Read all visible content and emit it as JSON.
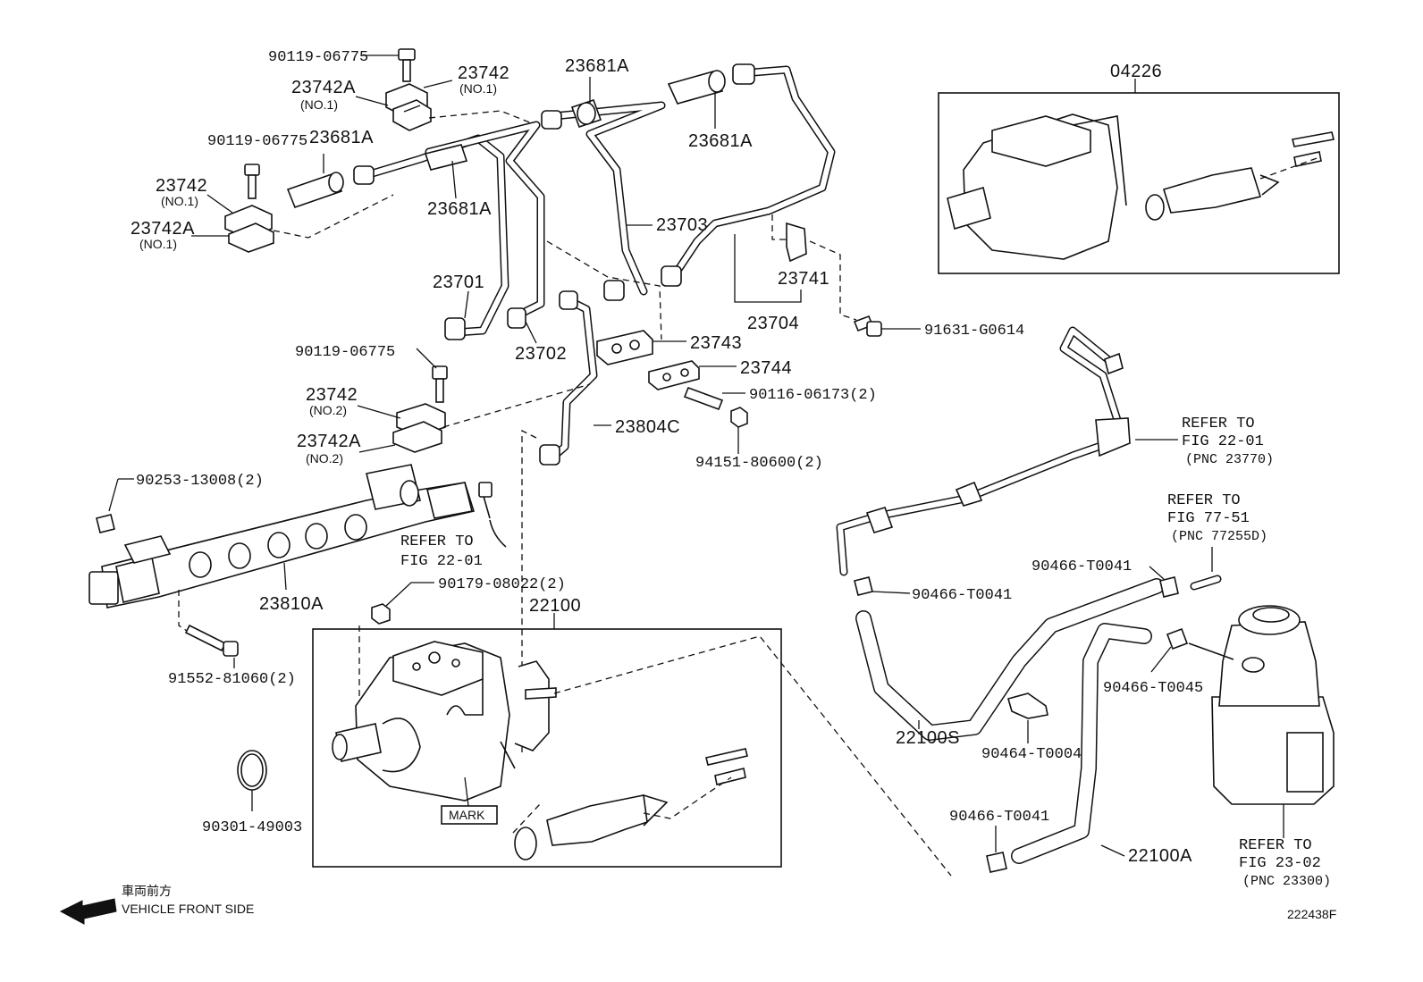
{
  "labels": {
    "p90119_top": "90119-06775",
    "p23742_top": "23742",
    "p23742_top_sub": "(NO.1)",
    "p23742A_top": "23742A",
    "p23742A_top_sub": "(NO.1)",
    "p23681A_top": "23681A",
    "p23681A_right": "23681A",
    "p90119_mid": "90119-06775",
    "p23681A_left": "23681A",
    "p23742_left": "23742",
    "p23742_left_sub": "(NO.1)",
    "p23742A_left": "23742A",
    "p23742A_left_sub": "(NO.1)",
    "p23681A_center": "23681A",
    "p23703": "23703",
    "p23701": "23701",
    "p23741": "23741",
    "p23704": "23704",
    "p91631": "91631-G0614",
    "p23702": "23702",
    "p23743": "23743",
    "p23744": "23744",
    "p90119_low": "90119-06775",
    "p90116": "90116-06173(2)",
    "p23742_no2": "23742",
    "p23742_no2_sub": "(NO.2)",
    "p23742A_no2": "23742A",
    "p23742A_no2_sub": "(NO.2)",
    "p23804C": "23804C",
    "p94151": "94151-80600(2)",
    "p90253": "90253-13008(2)",
    "p23810A": "23810A",
    "p90179": "90179-08022(2)",
    "p22100": "22100",
    "p91552": "91552-81060(2)",
    "p90301": "90301-49003",
    "p04226": "04226",
    "p90466_a": "90466-T0041",
    "p90466_b": "90466-T0041",
    "p22100S": "22100S",
    "p90464": "90464-T0004",
    "p90466_t0045": "90466-T0045",
    "p90466_c": "90466-T0041",
    "p22100A": "22100A",
    "mark": "MARK",
    "diagram_id": "222438F"
  },
  "refs": {
    "r1_line1": "REFER TO",
    "r1_line2": "FIG 22-01",
    "r2_line1": "REFER TO",
    "r2_line2": "FIG 22-01",
    "r2_line3": "(PNC 23770)",
    "r3_line1": "REFER TO",
    "r3_line2": "FIG 77-51",
    "r3_line3": "(PNC 77255D)",
    "r4_line1": "REFER TO",
    "r4_line2": "FIG 23-02",
    "r4_line3": "(PNC 23300)"
  },
  "direction": {
    "japanese": "車両前方",
    "english": "VEHICLE FRONT SIDE"
  },
  "icons": {
    "direction_arrow": "arrow-left-icon"
  }
}
